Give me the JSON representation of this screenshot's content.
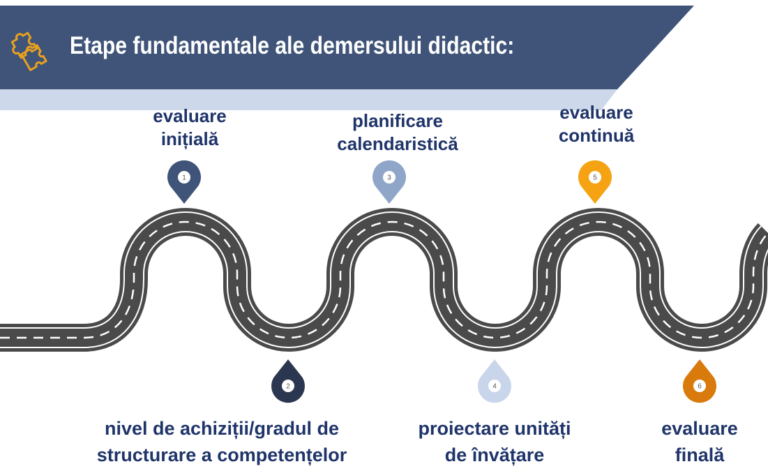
{
  "header": {
    "title": "Etape fundamentale ale demersului didactic:",
    "icon": "puzzle-icon",
    "band_color": "#3f5478",
    "accent_strip_color": "#cdd8ea",
    "icon_color": "#e8a020"
  },
  "road": {
    "asphalt_color": "#4a4a4a",
    "edge_line_color": "#ffffff",
    "center_dash_color": "#ffffff"
  },
  "label_color": "#1f3469",
  "steps": [
    {
      "number": "1",
      "position": "top",
      "color": "#3f5478",
      "label_lines": [
        "evaluare",
        "inițială"
      ]
    },
    {
      "number": "2",
      "position": "bottom",
      "color": "#2b3650",
      "label_lines": [
        "nivel de achiziții/gradul de",
        "structurare a competențelor"
      ]
    },
    {
      "number": "3",
      "position": "top",
      "color": "#8fa6c9",
      "label_lines": [
        "planificare",
        "calendaristică"
      ]
    },
    {
      "number": "4",
      "position": "bottom",
      "color": "#c9d5ea",
      "label_lines": [
        "proiectare unități",
        "de învățare"
      ]
    },
    {
      "number": "5",
      "position": "top",
      "color": "#f5a213",
      "label_lines": [
        "evaluare",
        "continuă"
      ]
    },
    {
      "number": "6",
      "position": "bottom",
      "color": "#d97a0c",
      "label_lines": [
        "evaluare",
        "finală"
      ]
    }
  ]
}
